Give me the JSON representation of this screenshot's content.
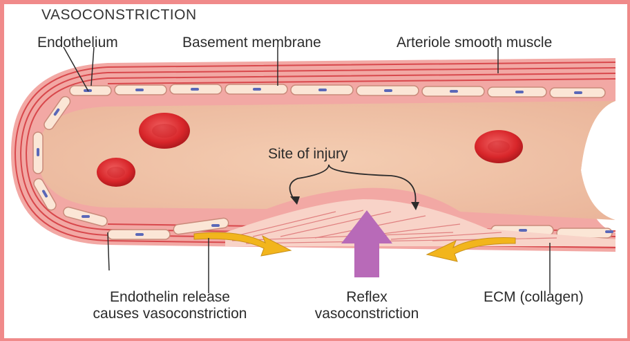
{
  "title": "VASOCONSTRICTION",
  "labels": {
    "endothelium": "Endothelium",
    "basement_membrane": "Basement membrane",
    "smooth_muscle": "Arteriole smooth muscle",
    "site_of_injury": "Site of injury",
    "endothelin_line1": "Endothelin release",
    "endothelin_line2": "causes vasoconstriction",
    "reflex_line1": "Reflex",
    "reflex_line2": "vasoconstriction",
    "ecm": "ECM (collagen)"
  },
  "colors": {
    "lumen": "#f0c4a8",
    "vessel_wall": "#f2a8a4",
    "muscle_stripe": "#d8484c",
    "endothelial_cell": "#fbe6d6",
    "nucleus": "#5a68b8",
    "red_cell": "#d8262a",
    "yellow_arrow": "#f2b51c",
    "reflex_arrow": "#b86ab8"
  }
}
